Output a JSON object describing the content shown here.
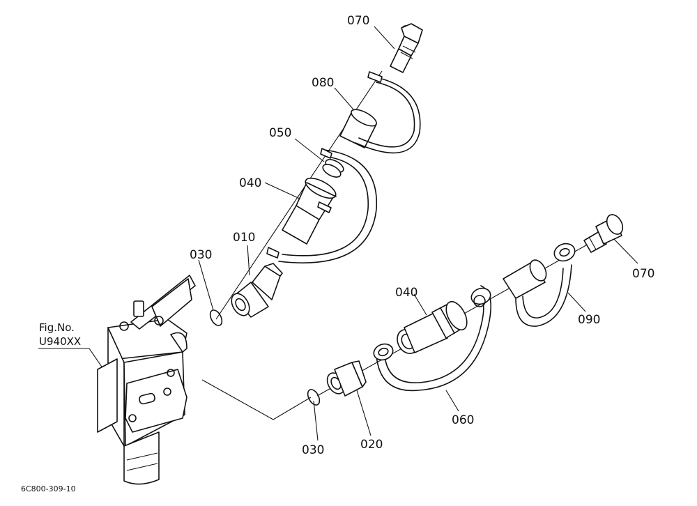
{
  "figure_ref": {
    "line1": "Fig.No.",
    "line2": "U940XX"
  },
  "drawing_code": "6C800-309-10",
  "callouts": {
    "p070_top": "070",
    "p080": "080",
    "p050": "050",
    "p040_upper": "040",
    "p010": "010",
    "p030_upper": "030",
    "p070_right": "070",
    "p040_lower": "040",
    "p090": "090",
    "p060": "060",
    "p030_lower": "030",
    "p020": "020"
  }
}
